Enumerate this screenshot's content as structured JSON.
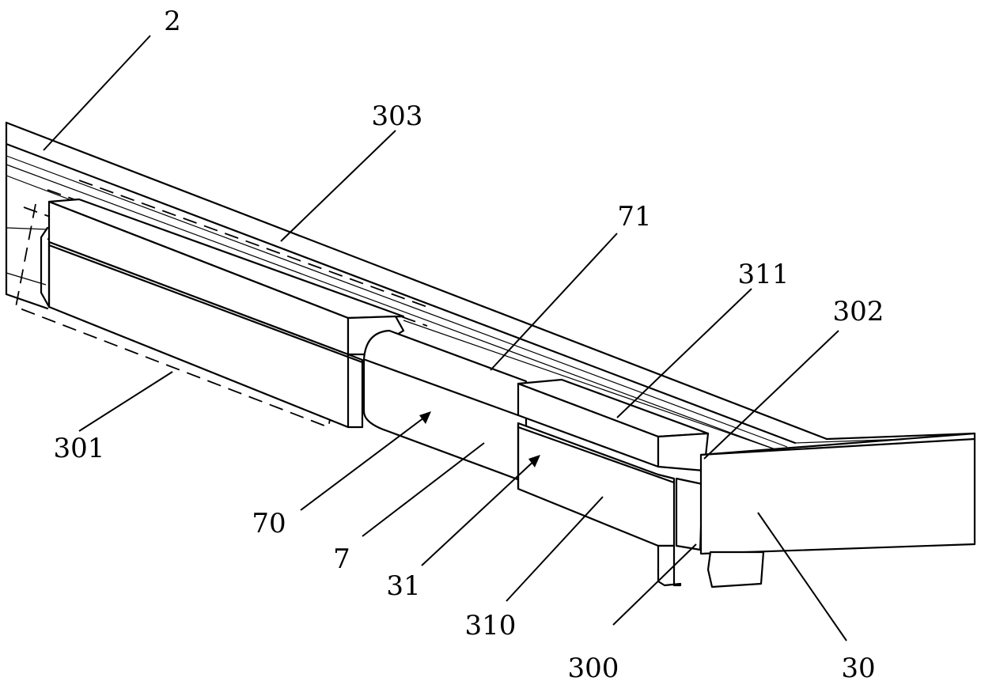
{
  "labels": {
    "l2": "2",
    "l303": "303",
    "l71": "71",
    "l311": "311",
    "l302": "302",
    "l301": "301",
    "l70": "70",
    "l7": "7",
    "l31": "31",
    "l310": "310",
    "l300": "300",
    "l30": "30"
  }
}
